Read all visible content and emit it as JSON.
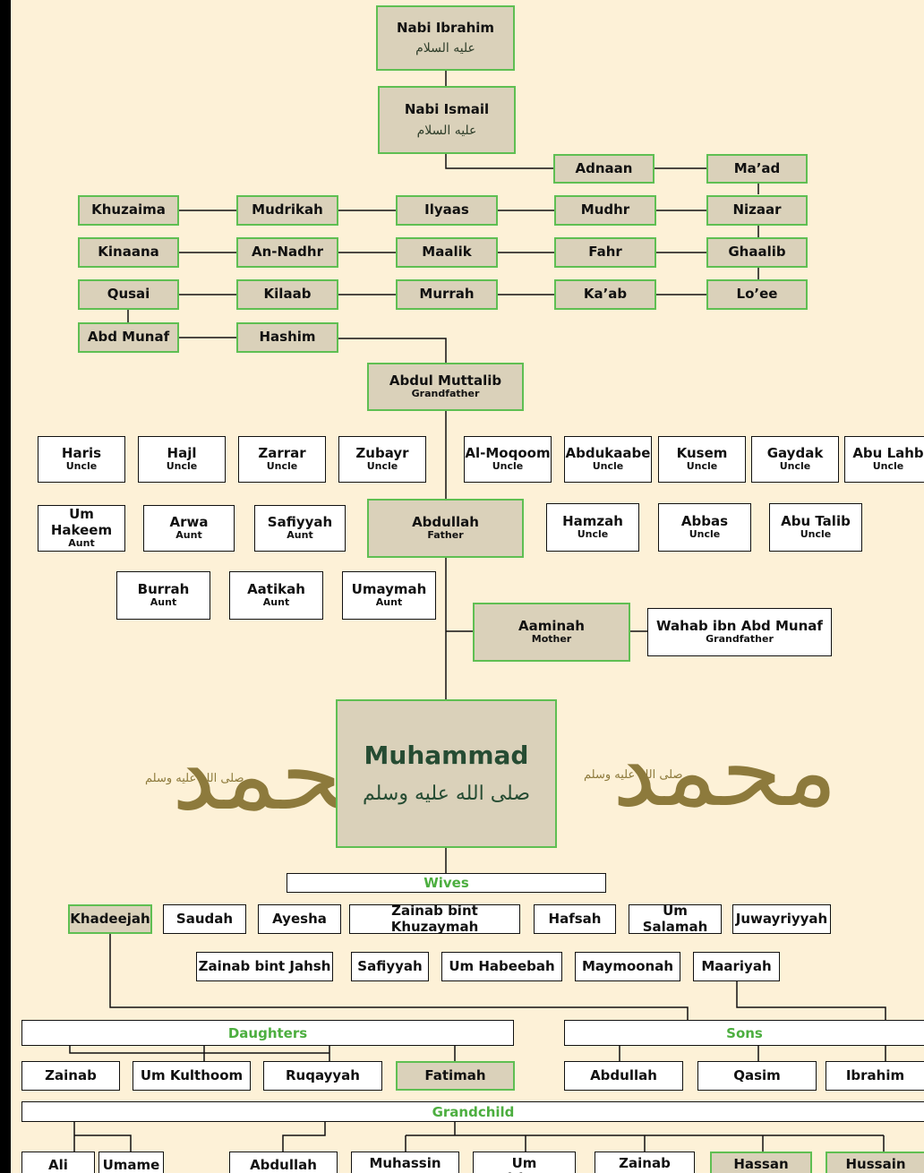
{
  "ancestors": {
    "ibrahim": {
      "name": "Nabi Ibrahim",
      "honorific": "عليه السلام"
    },
    "ismail": {
      "name": "Nabi Ismail",
      "honorific": "عليه السلام"
    },
    "rows": [
      [
        "Adnaan",
        "Ma’ad"
      ],
      [
        "Khuzaima",
        "Mudrikah",
        "Ilyaas",
        "Mudhr",
        "Nizaar"
      ],
      [
        "Kinaana",
        "An-Nadhr",
        "Maalik",
        "Fahr",
        "Ghaalib"
      ],
      [
        "Qusai",
        "Kilaab",
        "Murrah",
        "Ka’ab",
        "Lo’ee"
      ],
      [
        "Abd Munaf",
        "Hashim"
      ]
    ]
  },
  "grandfather": {
    "name": "Abdul Muttalib",
    "role": "Grandfather"
  },
  "uncles_row1": [
    {
      "name": "Haris",
      "role": "Uncle"
    },
    {
      "name": "Hajl",
      "role": "Uncle"
    },
    {
      "name": "Zarrar",
      "role": "Uncle"
    },
    {
      "name": "Zubayr",
      "role": "Uncle"
    },
    {
      "name": "Al-Moqoom",
      "role": "Uncle"
    },
    {
      "name": "Abdukaabe",
      "role": "Uncle"
    },
    {
      "name": "Kusem",
      "role": "Uncle"
    },
    {
      "name": "Gaydak",
      "role": "Uncle"
    },
    {
      "name": "Abu Lahb",
      "role": "Uncle"
    }
  ],
  "aunts_row1": [
    {
      "name": "Um Hakeem",
      "role": "Aunt"
    },
    {
      "name": "Arwa",
      "role": "Aunt"
    },
    {
      "name": "Safiyyah",
      "role": "Aunt"
    }
  ],
  "father": {
    "name": "Abdullah",
    "role": "Father"
  },
  "uncles_row2": [
    {
      "name": "Hamzah",
      "role": "Uncle"
    },
    {
      "name": "Abbas",
      "role": "Uncle"
    },
    {
      "name": "Abu Talib",
      "role": "Uncle"
    }
  ],
  "aunts_row2": [
    {
      "name": "Burrah",
      "role": "Aunt"
    },
    {
      "name": "Aatikah",
      "role": "Aunt"
    },
    {
      "name": "Umaymah",
      "role": "Aunt"
    }
  ],
  "mother": {
    "name": "Aaminah",
    "role": "Mother"
  },
  "maternal_grandfather": {
    "name": "Wahab ibn Abd Munaf",
    "role": "Grandfather"
  },
  "prophet": {
    "name": "Muhammad",
    "honorific": "صلى الله عليه وسلم"
  },
  "calligraphy": {
    "text": "محمد",
    "small": "صلى الله عليه وسلم"
  },
  "wives_label": "Wives",
  "wives_row1": [
    "Khadeejah",
    "Saudah",
    "Ayesha",
    "Zainab bint Khuzaymah",
    "Hafsah",
    "Um Salamah",
    "Juwayriyyah"
  ],
  "wives_row2": [
    "Zainab bint Jahsh",
    "Safiyyah",
    "Um Habeebah",
    "Maymoonah",
    "Maariyah"
  ],
  "daughters_label": "Daughters",
  "sons_label": "Sons",
  "daughters": [
    "Zainab",
    "Um Kulthoom",
    "Ruqayyah",
    "Fatimah"
  ],
  "sons": [
    "Abdullah",
    "Qasim",
    "Ibrahim"
  ],
  "grandchild_label": "Grandchild",
  "grandchildren": [
    "Ali",
    "Umame",
    "Abdullah",
    "Muhassin",
    "Um Kulthoom",
    "Zainab",
    "Hassan",
    "Hussain"
  ],
  "colors": {
    "background": "#fdf1d7",
    "tan_box": "#dad1ba",
    "green_border": "#5fbf52",
    "label_green": "#4cae3f",
    "gold": "#8d7a3c"
  }
}
